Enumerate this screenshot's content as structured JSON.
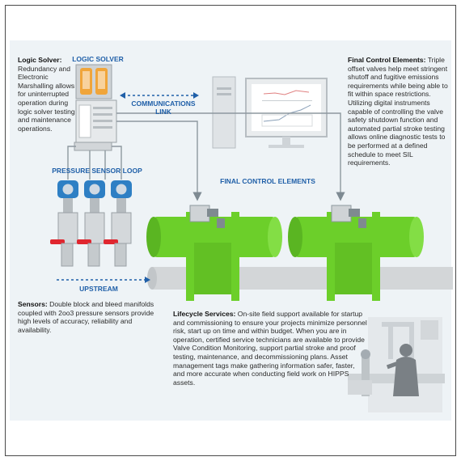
{
  "logic_solver": {
    "heading": "Logic Solver:",
    "body": "Redundancy and Electronic Marshalling allows for uninterrupted operation during logic solver testing and maintenance operations."
  },
  "final_control": {
    "heading": "Final Control Elements:",
    "body": "Triple offset valves help meet stringent shutoff and fugitive emissions requirements while being able to fit within space restrictions. Utilizing digital instruments capable of controlling the valve safety shutdown function and automated partial stroke testing allows online diagnostic tests to be performed at a defined schedule to meet SIL requirements."
  },
  "sensors": {
    "heading": "Sensors:",
    "body": "Double block and bleed manifolds coupled with 2oo3 pressure sensors provide high levels of accuracy, reliability and availability."
  },
  "lifecycle": {
    "heading": "Lifecycle Services:",
    "body": "On-site field support available for startup and commissioning to ensure your projects minimize personnel risk, start up on time and within budget. When you are in operation, certified service technicians are available to provide Valve Condition Monitoring, support partial stroke and proof testing, maintenance, and decommissioning plans. Asset management tags make gathering information safer, faster, and more accurate when conducting field work on HIPPS assets."
  },
  "labels": {
    "logic_solver": "LOGIC SOLVER",
    "communications_link": "COMMUNICATIONS LINK",
    "pressure_sensor_loop": "PRESSURE SENSOR LOOP",
    "final_control_elements": "FINAL CONTROL ELEMENTS",
    "upstream": "UPSTREAM"
  },
  "colors": {
    "accent_blue": "#1f5fa8",
    "valve_green": "#6ccf2a",
    "pipe_grey": "#d3d6d8",
    "background": "#eef3f6"
  }
}
